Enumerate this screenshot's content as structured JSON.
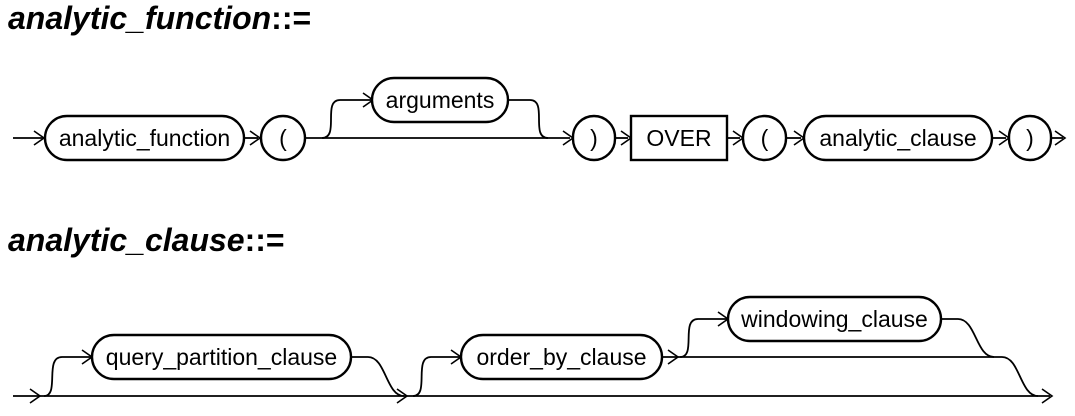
{
  "rules": [
    {
      "name": "analytic_function",
      "assign": "::=",
      "nodes": {
        "analytic_function": "analytic_function",
        "open_paren_1": "(",
        "arguments": "arguments",
        "close_paren_1": ")",
        "over": "OVER",
        "open_paren_2": "(",
        "analytic_clause": "analytic_clause",
        "close_paren_2": ")"
      }
    },
    {
      "name": "analytic_clause",
      "assign": "::=",
      "nodes": {
        "query_partition_clause": "query_partition_clause",
        "order_by_clause": "order_by_clause",
        "windowing_clause": "windowing_clause"
      }
    }
  ]
}
